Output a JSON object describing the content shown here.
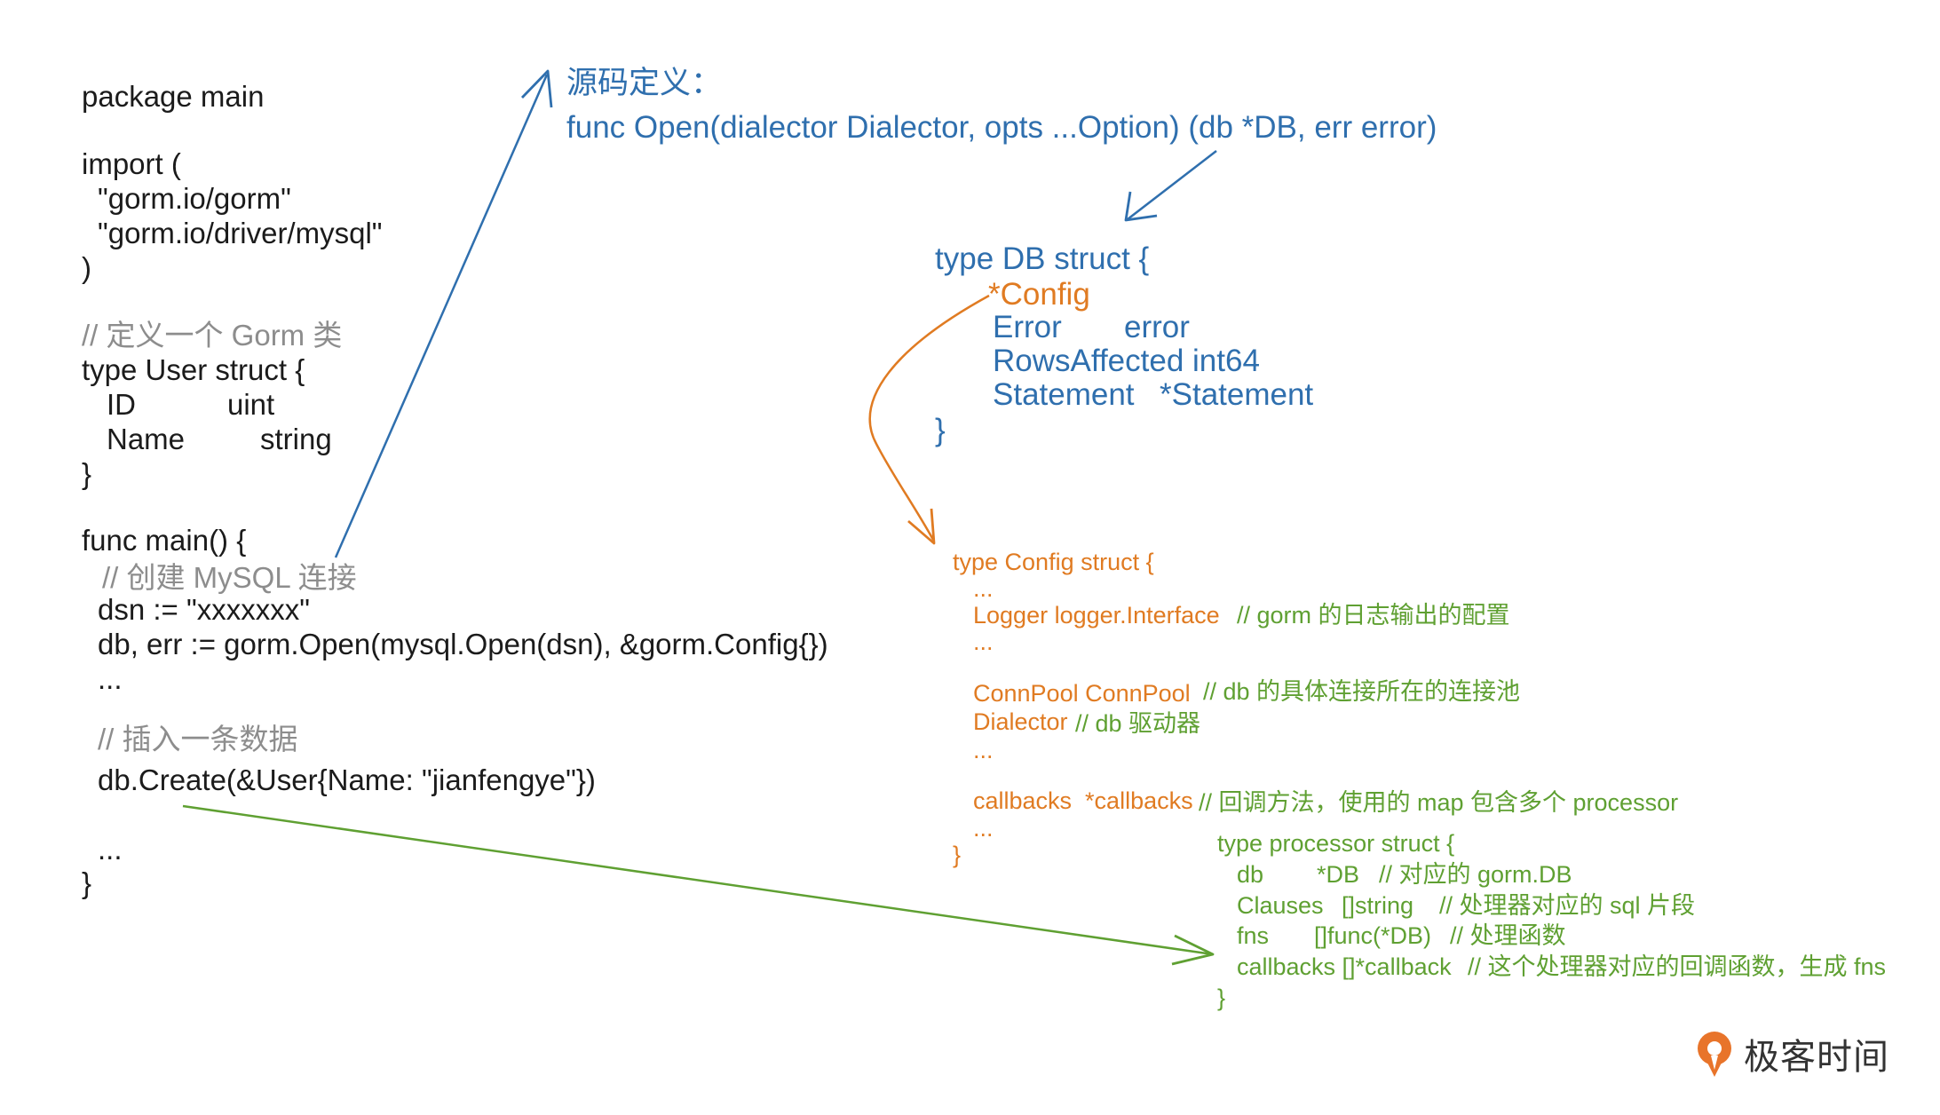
{
  "colors": {
    "code": "#1b1b1b",
    "comment": "#8d8d8d",
    "blue": "#2f6fae",
    "orange": "#e07b22",
    "green": "#5fa032",
    "logo_orange": "#e8742a"
  },
  "code": {
    "package": "package main",
    "import_open": "import (",
    "import_gorm": "\"gorm.io/gorm\"",
    "import_mysql": "\"gorm.io/driver/mysql\"",
    "import_close": ")",
    "comment_define": "// 定义一个 Gorm 类",
    "user_struct_open": "type User struct {",
    "field_id_name": "ID",
    "field_id_type": "uint",
    "field_name_name": "Name",
    "field_name_type": "string",
    "user_struct_close": "}",
    "func_main": "func main() {",
    "comment_create_conn": "// 创建 MySQL 连接",
    "dsn_line": "dsn := \"xxxxxxx\"",
    "open_line": "db, err := gorm.Open(mysql.Open(dsn), &gorm.Config{})",
    "ellipsis_1": "...",
    "comment_insert": "// 插入一条数据",
    "create_line": "db.Create(&User{Name: \"jianfengye\"})",
    "ellipsis_2": "...",
    "main_close": "}"
  },
  "source_def": {
    "title": "源码定义：",
    "signature": "func Open(dialector Dialector, opts ...Option) (db *DB, err error)"
  },
  "db_struct": {
    "open": "type DB struct {",
    "config": "*Config",
    "error_name": "Error",
    "error_type": "error",
    "rows_affected": "RowsAffected int64",
    "statement_name": "Statement",
    "statement_type": "*Statement",
    "close": "}"
  },
  "config_struct": {
    "open": "type Config struct {",
    "dots_1": "...",
    "logger_field": "Logger logger.Interface",
    "logger_comment": "// gorm 的日志输出的配置",
    "dots_2": "...",
    "connpool_field": "ConnPool ConnPool",
    "connpool_comment": "// db 的具体连接所在的连接池",
    "dialector_field": "Dialector",
    "dialector_comment": "// db 驱动器",
    "dots_3": "...",
    "callbacks_field": "callbacks  *callbacks",
    "callbacks_comment": "// 回调方法，使用的 map 包含多个 processor",
    "dots_4": "...",
    "close": "}"
  },
  "processor_struct": {
    "open": "type processor struct {",
    "db_name": "db",
    "db_type": "*DB",
    "db_comment": "// 对应的 gorm.DB",
    "clauses_name": "Clauses",
    "clauses_type": "[]string",
    "clauses_comment": "// 处理器对应的 sql 片段",
    "fns_name": "fns",
    "fns_type": "[]func(*DB)",
    "fns_comment": "// 处理函数",
    "callbacks_line": "callbacks []*callback",
    "callbacks_comment": "// 这个处理器对应的回调函数，生成 fns",
    "close": "}"
  },
  "logo": {
    "icon": "geektime-logo-icon",
    "text": "极客时间"
  }
}
